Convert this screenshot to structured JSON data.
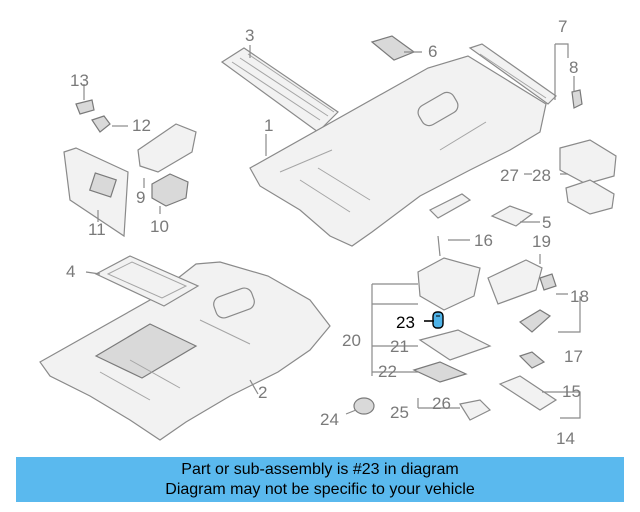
{
  "diagram": {
    "highlighted_part": "23",
    "labels": [
      "1",
      "2",
      "3",
      "4",
      "5",
      "6",
      "7",
      "8",
      "9",
      "10",
      "11",
      "12",
      "13",
      "14",
      "15",
      "16",
      "17",
      "18",
      "19",
      "20",
      "21",
      "22",
      "23",
      "24",
      "25",
      "26",
      "27",
      "28"
    ]
  },
  "banner": {
    "line1": "Part or sub-assembly is #23 in diagram",
    "line2": "Diagram may not be specific to your vehicle"
  },
  "colors": {
    "banner_bg": "#5ab9ee",
    "highlight": "#4fb3e8",
    "label": "#7a7a7a"
  }
}
